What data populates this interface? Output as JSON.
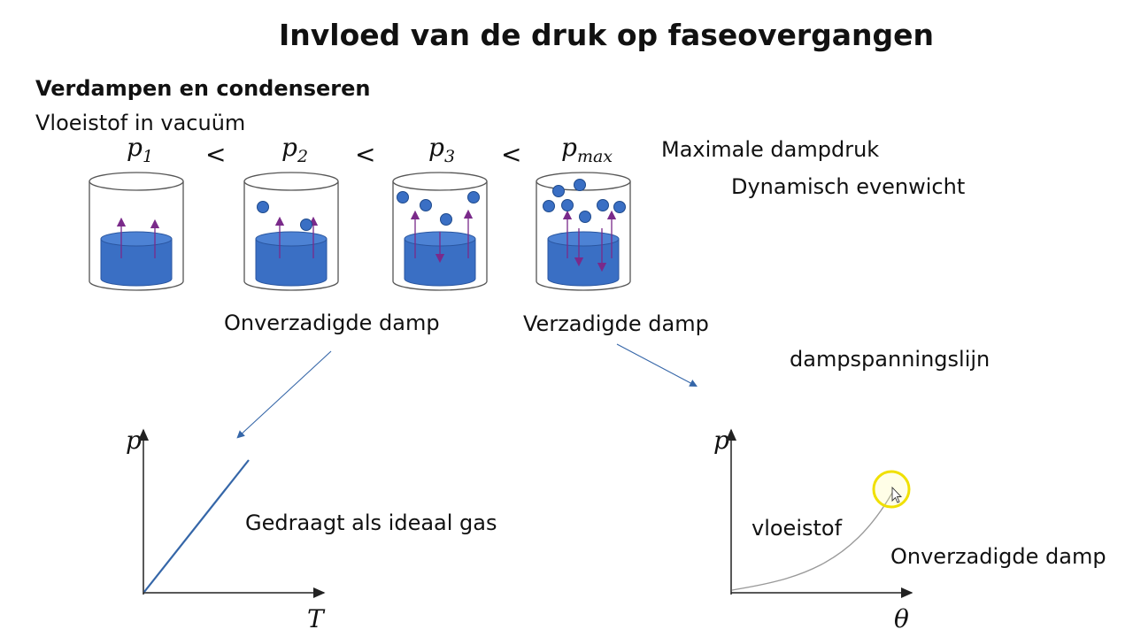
{
  "slide": {
    "title": "Invloed van de druk op faseovergangen",
    "section_heading": "Verdampen en condenseren",
    "section_subtitle": "Vloeistof in vacuüm"
  },
  "pressures": {
    "p1": {
      "base": "p",
      "sub": "1"
    },
    "p2": {
      "base": "p",
      "sub": "2"
    },
    "p3": {
      "base": "p",
      "sub": "3"
    },
    "pmax": {
      "base": "p",
      "sub": "max"
    },
    "less_than": "<"
  },
  "labels": {
    "max_vapor_pressure": "Maximale dampdruk",
    "dynamic_equilibrium": "Dynamisch evenwicht",
    "unsaturated_vapor": "Onverzadigde damp",
    "saturated_vapor": "Verzadigde damp",
    "vapor_pressure_line": "dampspanningslijn"
  },
  "graph_left": {
    "y_axis": "p",
    "x_axis": "T",
    "annotation": "Gedraagt als ideaal gas"
  },
  "graph_right": {
    "y_axis": "p",
    "x_axis": "θ",
    "region_liquid": "vloeistof",
    "region_vapor": "Onverzadigde damp"
  },
  "colors": {
    "liquid": "#3a6fc4",
    "molecule": "#3a6fc4",
    "arrow": "#7a2a8a",
    "line_blue": "#3566a8",
    "curve": "#999999",
    "highlight": "#f0e000"
  }
}
